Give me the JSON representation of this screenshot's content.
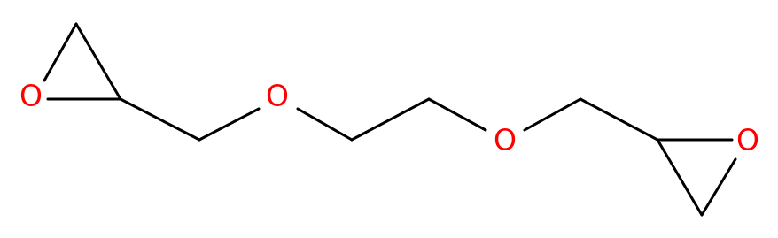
{
  "molecule": {
    "atoms": [
      {
        "id": "o1",
        "label": "O"
      },
      {
        "id": "o2",
        "label": "O"
      },
      {
        "id": "o3",
        "label": "O"
      },
      {
        "id": "o4",
        "label": "O"
      }
    ],
    "colors": {
      "bond": "#000000",
      "oxygen": "#ff0000",
      "background": "#ffffff"
    }
  }
}
